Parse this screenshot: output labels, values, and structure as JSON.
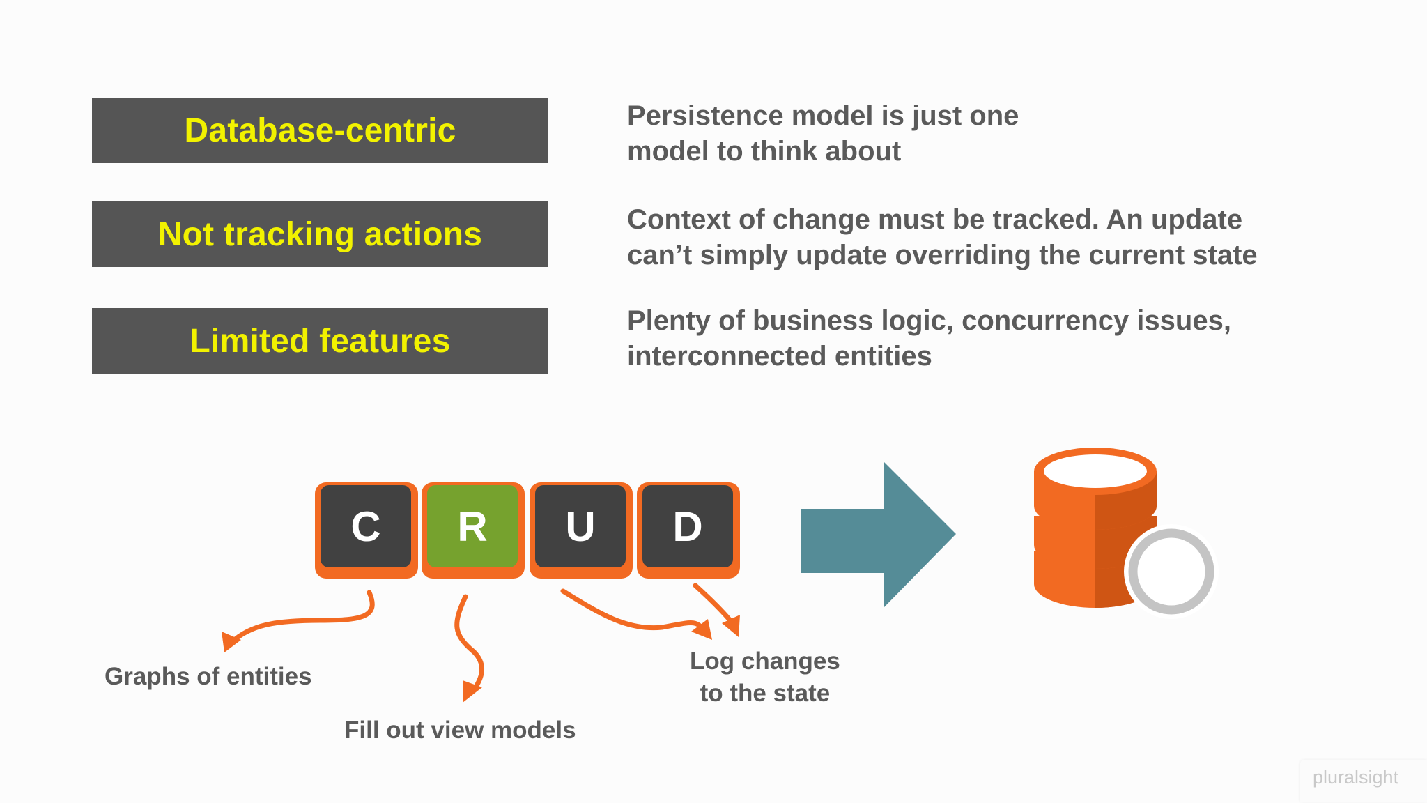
{
  "rows": [
    {
      "label": "Database-centric",
      "description": "Persistence  model is just one\nmodel to think about"
    },
    {
      "label": "Not tracking actions",
      "description": "Context of change must be tracked. An update\ncan’t simply update overriding the current state"
    },
    {
      "label": "Limited features",
      "description": "Plenty of business logic, concurrency issues,\ninterconnected entities"
    }
  ],
  "crud": {
    "keys": [
      "C",
      "R",
      "U",
      "D"
    ],
    "captions": {
      "create": "Graphs of entities",
      "read": "Fill out view models",
      "update_delete": "Log changes\nto the state"
    }
  },
  "database": {
    "icon": "database-icon"
  },
  "watermark": {
    "text": "pluralsight"
  },
  "colors": {
    "label_box_bg": "#555555",
    "label_text": "#f2f200",
    "body_text": "#5a5a5a",
    "key_outline": "#f26a22",
    "key_face": "#414141",
    "key_face_highlight": "#76a22e",
    "arrow_teal": "#558c97",
    "database_orange": "#f26a22",
    "database_ring": "#c4c4c4"
  }
}
